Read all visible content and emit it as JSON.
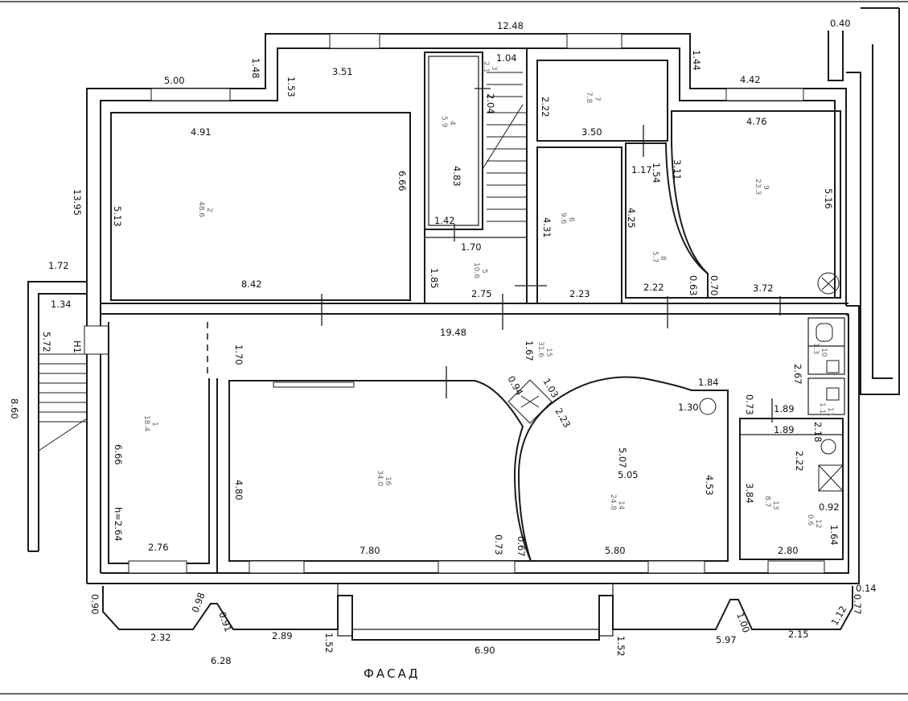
{
  "title": "ФАСАД",
  "overall": {
    "top_width": "12.48",
    "corridor_length": "19.48",
    "left_height": "13.95",
    "outer_height": "8.60",
    "front_width": "6.90",
    "left_facade_total": "6.28",
    "top_right_offset": "0.40"
  },
  "labels": [
    {
      "text": "5.00"
    },
    {
      "text": "1.48"
    },
    {
      "text": "1.53"
    },
    {
      "text": "3.51"
    },
    {
      "text": "1.04"
    },
    {
      "text": "2.04"
    },
    {
      "text": "2.22"
    },
    {
      "text": "1.44"
    },
    {
      "text": "4.42"
    },
    {
      "text": "4.91"
    },
    {
      "text": "6.66"
    },
    {
      "text": "4.83"
    },
    {
      "text": "5.13"
    },
    {
      "text": "3.50"
    },
    {
      "text": "4.76"
    },
    {
      "text": "1.17"
    },
    {
      "text": "1.54"
    },
    {
      "text": "3.11"
    },
    {
      "text": "5.16"
    },
    {
      "text": "4.31"
    },
    {
      "text": "4.25"
    },
    {
      "text": "1.42"
    },
    {
      "text": "1.70"
    },
    {
      "text": "1.85"
    },
    {
      "text": "8.42"
    },
    {
      "text": "2.75"
    },
    {
      "text": "2.23"
    },
    {
      "text": "2.22"
    },
    {
      "text": "0.63"
    },
    {
      "text": "0.70"
    },
    {
      "text": "3.72"
    },
    {
      "text": "1.72"
    },
    {
      "text": "1.34"
    },
    {
      "text": "5.72"
    },
    {
      "text": "1.70"
    },
    {
      "text": "1.67"
    },
    {
      "text": "0.94"
    },
    {
      "text": "1.03"
    },
    {
      "text": "1.84"
    },
    {
      "text": "2.67"
    },
    {
      "text": "2.23"
    },
    {
      "text": "1.30"
    },
    {
      "text": "0.73"
    },
    {
      "text": "1.89"
    },
    {
      "text": "1.89"
    },
    {
      "text": "2.18"
    },
    {
      "text": "6.66"
    },
    {
      "text": "4.80"
    },
    {
      "text": "5.07"
    },
    {
      "text": "5.05"
    },
    {
      "text": "4.53"
    },
    {
      "text": "2.22"
    },
    {
      "text": "3.84"
    },
    {
      "text": "0.92"
    },
    {
      "text": "1.64"
    },
    {
      "text": "h=2.64"
    },
    {
      "text": "0.73"
    },
    {
      "text": "0.67"
    },
    {
      "text": "2.76"
    },
    {
      "text": "7.80"
    },
    {
      "text": "5.80"
    },
    {
      "text": "2.80"
    },
    {
      "text": "0.14"
    },
    {
      "text": "0.90"
    },
    {
      "text": "0.98"
    },
    {
      "text": "0.91"
    },
    {
      "text": "0.77"
    },
    {
      "text": "2.32"
    },
    {
      "text": "2.89"
    },
    {
      "text": "1.52"
    },
    {
      "text": "1.52"
    },
    {
      "text": "5.97"
    },
    {
      "text": "1.00"
    },
    {
      "text": "2.15"
    },
    {
      "text": "1.12"
    },
    {
      "text": "H1"
    }
  ],
  "rooms": [
    {
      "num": "2",
      "area": "48.6"
    },
    {
      "num": "4",
      "area": "5.9"
    },
    {
      "num": "3",
      "area": "2.1"
    },
    {
      "num": "7",
      "area": "7.8"
    },
    {
      "num": "9",
      "area": "23.3"
    },
    {
      "num": "6",
      "area": "9.6"
    },
    {
      "num": "8",
      "area": "5.7"
    },
    {
      "num": "5",
      "area": "10.6"
    },
    {
      "num": "15",
      "area": "31.6"
    },
    {
      "num": "1",
      "area": "18.4"
    },
    {
      "num": "16",
      "area": "34.0"
    },
    {
      "num": "14",
      "area": "24.8"
    },
    {
      "num": "10",
      "area": "1.3"
    },
    {
      "num": "11",
      "area": "1.1"
    },
    {
      "num": "13",
      "area": "8.7"
    },
    {
      "num": "12",
      "area": "0.6"
    }
  ]
}
